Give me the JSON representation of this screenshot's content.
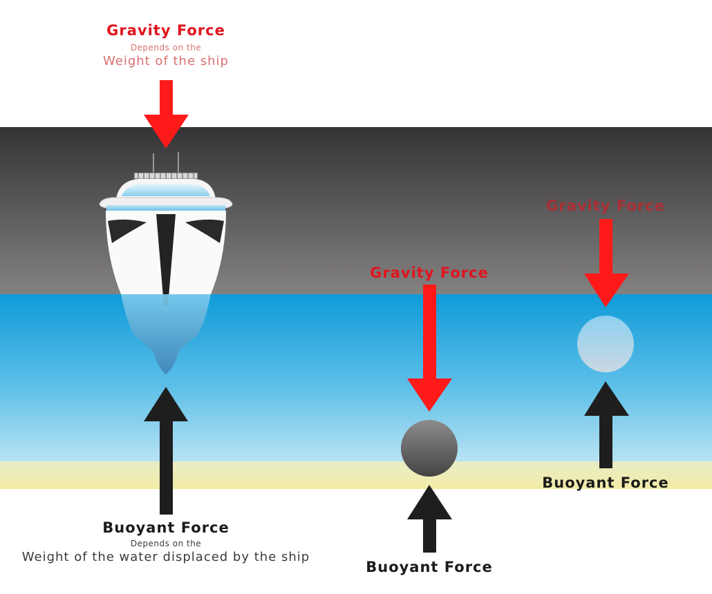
{
  "colors": {
    "gravity_arrow": "#ff1a1a",
    "buoyant_arrow": "#1e1e1e",
    "water_top": "#0f9bd8",
    "water_bottom": "#b8e3f3",
    "air_top": "#353335",
    "air_bottom": "#848181",
    "sand": "#f2eeb4",
    "dense_ball": "#6b6b6b",
    "light_ball": "#9fd6f0"
  },
  "ship": {
    "gravity_label": "Gravity Force",
    "gravity_sub": "Depends on the",
    "gravity_note": "Weight of the ship",
    "buoyant_label": "Buoyant Force",
    "buoyant_sub": "Depends on the",
    "buoyant_note": "Weight of the water displaced by the ship"
  },
  "sinking_ball": {
    "gravity_label": "Gravity Force",
    "buoyant_label": "Buoyant Force"
  },
  "floating_ball": {
    "gravity_label": "Gravity Force",
    "buoyant_label": "Buoyant Force"
  }
}
